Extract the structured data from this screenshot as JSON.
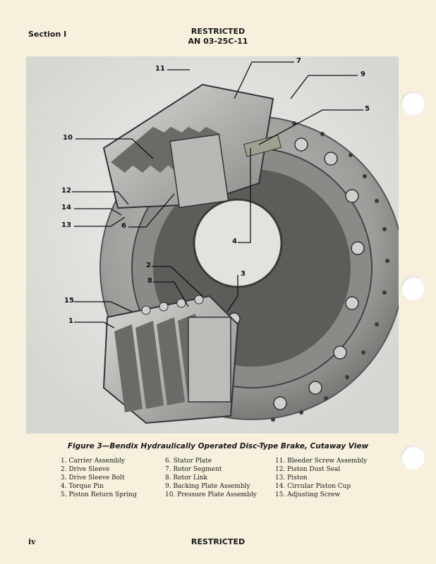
{
  "header": {
    "section": "Section I",
    "restricted": "RESTRICTED",
    "doc_number": "AN 03-25C-11"
  },
  "figure": {
    "callouts": [
      "11",
      "7",
      "9",
      "5",
      "10",
      "12",
      "14",
      "13",
      "6",
      "4",
      "2",
      "3",
      "8",
      "15",
      "1"
    ],
    "caption": "Figure 3—Bendix Hydraulically Operated Disc-Type Brake, Cutaway View"
  },
  "legend": {
    "col1": [
      "1. Carrier Assembly",
      "2. Drive Sleeve",
      "3. Drive Sleeve Bolt",
      "4. Torque Pin",
      "5. Piston Return Spring"
    ],
    "col2": [
      "6. Stator Plate",
      "7. Rotor Segment",
      "8. Rotor Link",
      "9. Backing Plate Assembly",
      "10. Pressure Plate Assembly"
    ],
    "col3": [
      "11. Bleeder Screw Assembly",
      "12. Piston Dust Seal",
      "13. Piston",
      "14. Circular Piston Cup",
      "15. Adjusting Screw"
    ]
  },
  "footer": {
    "page_number": "iv",
    "restricted": "RESTRICTED"
  }
}
